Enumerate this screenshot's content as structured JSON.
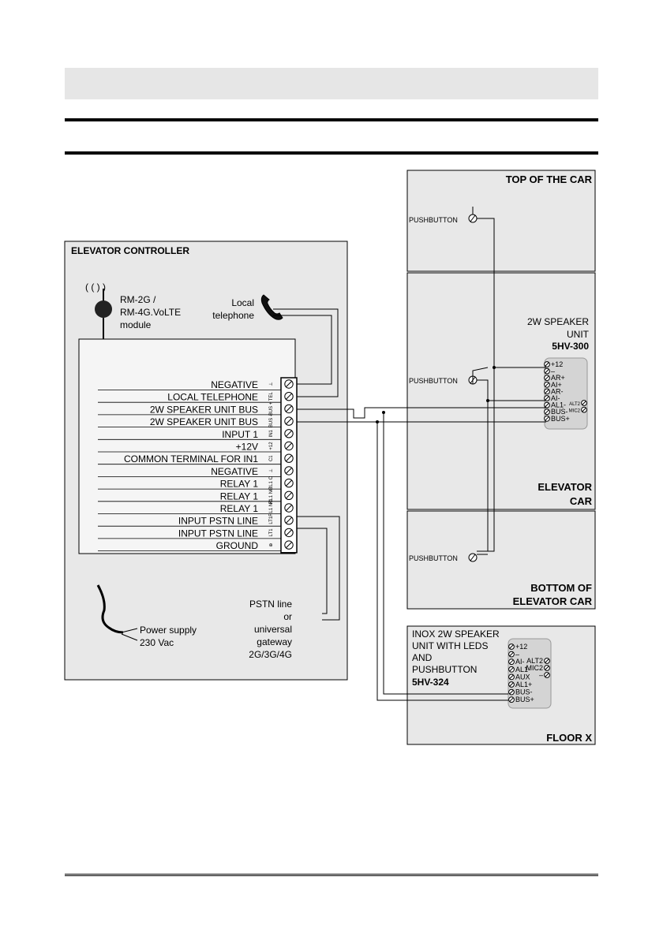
{
  "controller": {
    "title": "ELEVATOR CONTROLLER",
    "module": [
      "RM-2G /",
      "RM-4G.VoLTE",
      "module"
    ],
    "antenna": "( (   ) )",
    "telephone": [
      "Local",
      "telephone"
    ],
    "power": [
      "Power supply",
      "230 Vac"
    ],
    "pstn": [
      "PSTN line",
      "or",
      "universal",
      "gateway",
      "2G/3G/4G"
    ],
    "terminals": [
      {
        "label": "NEGATIVE",
        "code": "⊥"
      },
      {
        "label": "LOCAL TELEPHONE",
        "code": "TEL"
      },
      {
        "label": "2W SPEAKER UNIT BUS",
        "code": "BUS +"
      },
      {
        "label": "2W SPEAKER UNIT BUS",
        "code": "BUS -"
      },
      {
        "label": "INPUT 1",
        "code": "IN1"
      },
      {
        "label": "+12V",
        "code": "+12"
      },
      {
        "label": "COMMON TERMINAL FOR IN1",
        "code": "C1"
      },
      {
        "label": "NEGATIVE",
        "code": "⊥"
      },
      {
        "label": "RELAY 1",
        "code": "RL1 C"
      },
      {
        "label": "RELAY 1",
        "code": "RL1 NC"
      },
      {
        "label": "RELAY 1",
        "code": "RL1 NO"
      },
      {
        "label": "INPUT PSTN LINE",
        "code": "LT1"
      },
      {
        "label": "INPUT PSTN LINE",
        "code": "LT1"
      },
      {
        "label": "GROUND",
        "code": "⊕"
      }
    ]
  },
  "car_top": {
    "title": "TOP OF THE CAR",
    "pushbutton": "PUSHBUTTON"
  },
  "car": {
    "title": [
      "ELEVATOR",
      "CAR"
    ],
    "pushbutton": "PUSHBUTTON",
    "unit": [
      "2W SPEAKER",
      "UNIT",
      "5HV-300"
    ],
    "unit_pins_left": [
      "+12",
      "–",
      "AR+",
      "AI+",
      "AR-",
      "AI-",
      "AL1-",
      "BUS-",
      "BUS+"
    ],
    "unit_pins_right": [
      "ALT2",
      "MIC2"
    ]
  },
  "car_bottom": {
    "title": [
      "BOTTOM OF",
      "ELEVATOR CAR"
    ],
    "pushbutton": "PUSHBUTTON"
  },
  "floor": {
    "title": "FLOOR X",
    "unit": [
      "INOX 2W SPEAKER",
      "UNIT WITH LEDS",
      "AND",
      "PUSHBUTTON",
      "5HV-324"
    ],
    "unit_pins_left": [
      "+12",
      "–",
      "AI-",
      "AL1-",
      "AUX",
      "AL1+",
      "BUS-",
      "BUS+"
    ],
    "unit_pins_right": [
      "ALT2",
      "MIC2",
      "–"
    ]
  }
}
